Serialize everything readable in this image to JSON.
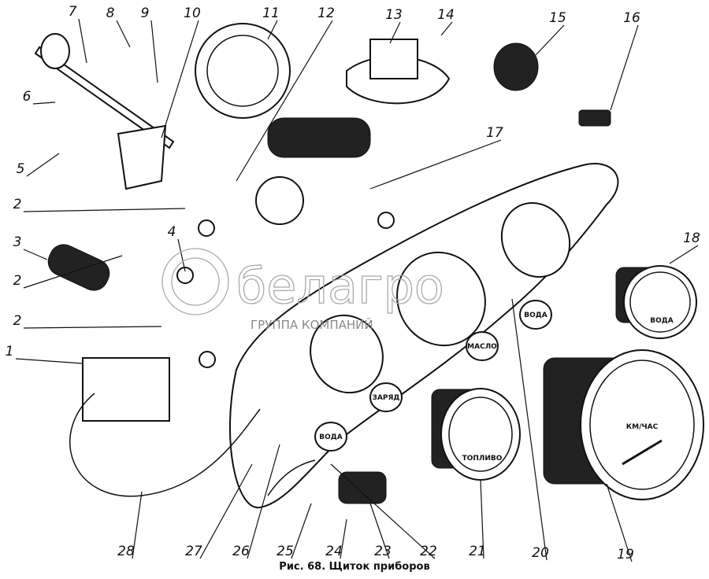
{
  "caption": "Рис. 68. Щиток приборов",
  "watermark": {
    "brand": "белагро",
    "tagline": "ГРУППА КОМПАНИЙ"
  },
  "gauge_faces": {
    "water_indicator": "ВОДА",
    "oil_indicator": "МАСЛО",
    "charge_indicator": "ЗАРЯД",
    "water_indicator_2": "ВОДА",
    "water_gauge": "ВОДА",
    "fuel_gauge": "ТОПЛИВО",
    "speedometer": "КМ/ЧАС"
  },
  "part_labels": [
    "1",
    "2",
    "2",
    "2",
    "3",
    "4",
    "5",
    "6",
    "7",
    "8",
    "9",
    "10",
    "11",
    "12",
    "13",
    "14",
    "15",
    "16",
    "17",
    "18",
    "19",
    "20",
    "21",
    "22",
    "23",
    "24",
    "25",
    "26",
    "27",
    "28"
  ]
}
